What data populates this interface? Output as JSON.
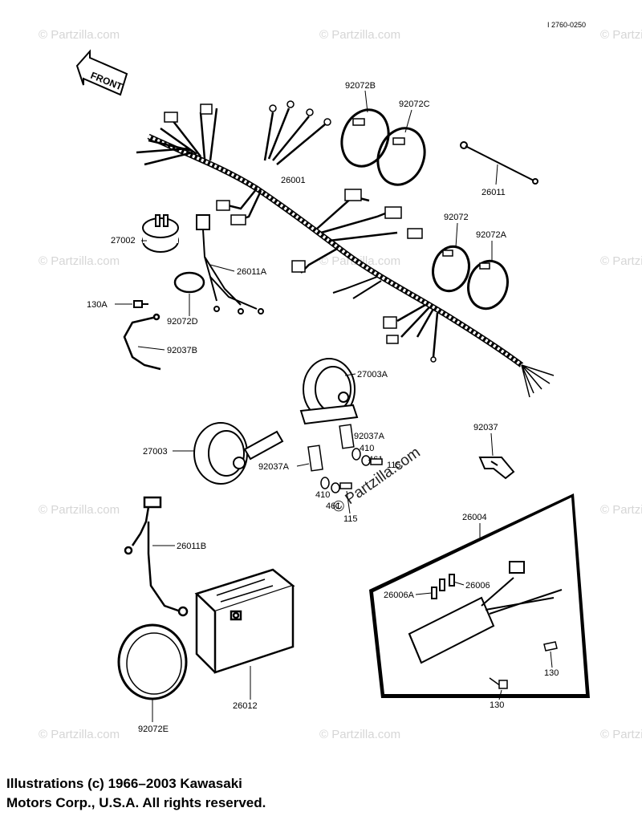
{
  "reference_code": "I 2760-0250",
  "front_label": "FRONT",
  "watermark": "© Partzilla.com",
  "part_labels": {
    "p92072B": "92072B",
    "p92072C": "92072C",
    "p26011": "26011",
    "p26001": "26001",
    "p27002": "27002",
    "p26011A": "26011A",
    "p92072": "92072",
    "p92072A": "92072A",
    "p130A": "130A",
    "p92072D": "92072D",
    "p92037B": "92037B",
    "p27003A": "27003A",
    "p92037": "92037",
    "p92037A_r": "92037A",
    "p410_r": "410",
    "p461_r": "461",
    "p115_r": "115",
    "p27003": "27003",
    "p92037A_l": "92037A",
    "p410_l": "410",
    "p461_l": "461",
    "p115_l": "115",
    "p26004": "26004",
    "p26011B": "26011B",
    "p26006": "26006",
    "p26006A": "26006A",
    "p130_r": "130",
    "p130_b": "130",
    "p26012": "26012",
    "p92072E": "92072E"
  },
  "copyright": {
    "line1": "Illustrations (c) 1966–2003 Kawasaki",
    "line2": "Motors Corp., U.S.A.  All rights reserved."
  }
}
